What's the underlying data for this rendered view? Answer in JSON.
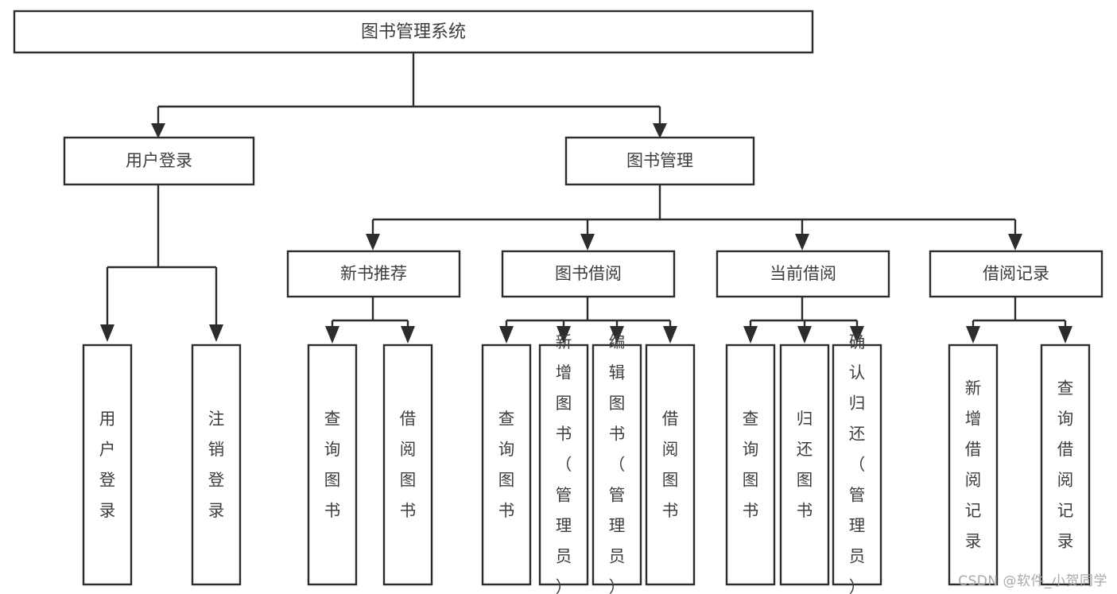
{
  "diagram": {
    "type": "tree",
    "title": "图书管理系统",
    "background_color": "#ffffff",
    "box_border_color": "#2c2c2c",
    "text_color": "#3d3d3d",
    "watermark": "CSDN @软件_小贺同学",
    "levels": {
      "level1": "图书管理系统",
      "level2": [
        "用户登录",
        "图书管理"
      ],
      "level3": [
        "新书推荐",
        "图书借阅",
        "当前借阅",
        "借阅记录"
      ]
    },
    "nodes": {
      "root": {
        "label": "图书管理系统"
      },
      "user_login": {
        "label": "用户登录"
      },
      "book_manage": {
        "label": "图书管理"
      },
      "new_book_rec": {
        "label": "新书推荐"
      },
      "book_borrow": {
        "label": "图书借阅"
      },
      "current_borrow": {
        "label": "当前借阅"
      },
      "borrow_record": {
        "label": "借阅记录"
      }
    },
    "leaves": {
      "user_login_children": [
        {
          "label": "用户登录"
        },
        {
          "label": "注销登录"
        }
      ],
      "new_book_rec_children": [
        {
          "label": "查询图书"
        },
        {
          "label": "借阅图书"
        }
      ],
      "book_borrow_children": [
        {
          "label": "查询图书"
        },
        {
          "label": "新增图书（管理员）"
        },
        {
          "label": "编辑图书（管理员）"
        },
        {
          "label": "借阅图书"
        }
      ],
      "current_borrow_children": [
        {
          "label": "查询图书"
        },
        {
          "label": "归还图书"
        },
        {
          "label": "确认归还（管理员）"
        }
      ],
      "borrow_record_children": [
        {
          "label": "新增借阅记录"
        },
        {
          "label": "查询借阅记录"
        }
      ]
    }
  }
}
